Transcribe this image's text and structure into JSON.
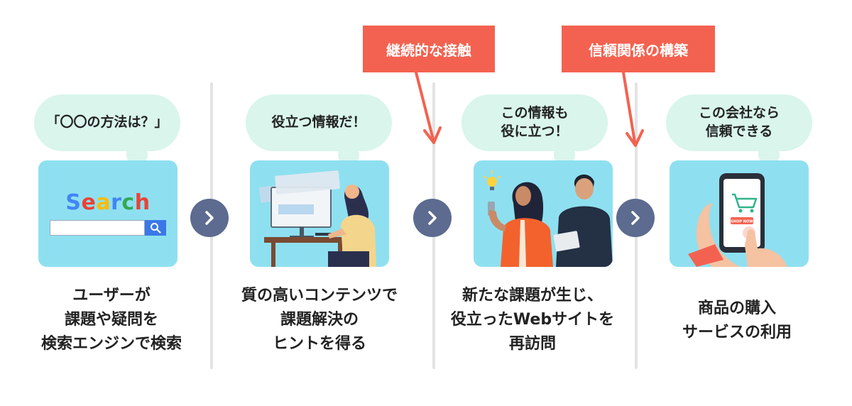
{
  "steps": [
    {
      "bubble": "「〇〇の方法は？」",
      "caption": "ユーザーが\n課題や疑問を\n検索エンジンで検索"
    },
    {
      "bubble": "役立つ情報だ！",
      "caption": "質の高いコンテンツで\n課題解決の\nヒントを得る"
    },
    {
      "bubble": "この情報も\n役に立つ！",
      "caption": "新たな課題が生じ、\n役立ったWebサイトを\n再訪問"
    },
    {
      "bubble": "この会社なら\n信頼できる",
      "caption": "商品の購入\nサービスの利用"
    }
  ],
  "tags": [
    {
      "label": "継続的な接触"
    },
    {
      "label": "信頼関係の構築"
    }
  ],
  "search": {
    "word": "Search"
  },
  "shop": {
    "label": "SHOP NOW"
  },
  "colors": {
    "bubble": "#d9f5ec",
    "card": "#8ee0f0",
    "nav": "#5c6b8f",
    "tag": "#f36250",
    "divider": "#e3e3e3"
  },
  "icons": [
    "search-icon",
    "chevron-right-icon",
    "lightbulb-icon",
    "cart-icon"
  ]
}
